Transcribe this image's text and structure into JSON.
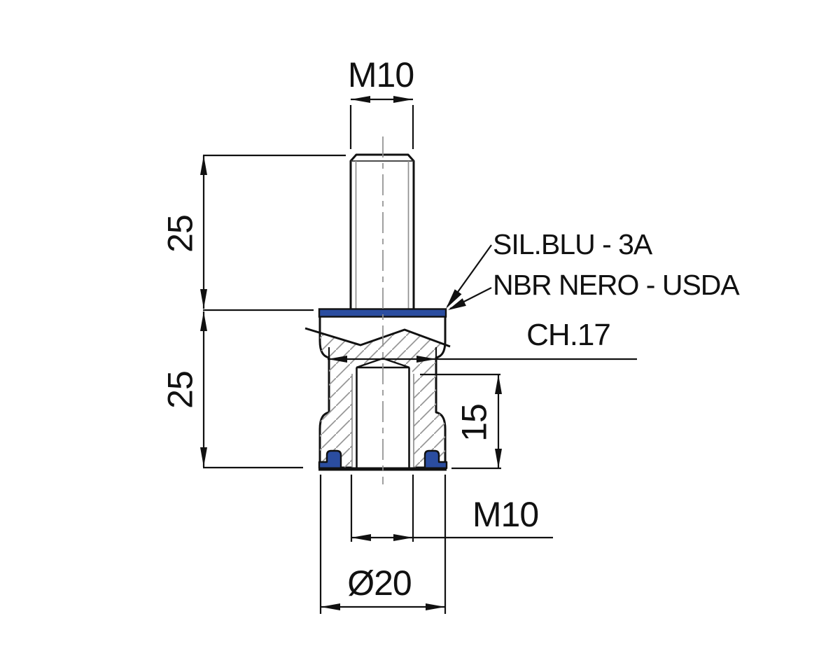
{
  "drawing": {
    "type": "technical-drawing",
    "subject": "threaded leveling foot cross-section",
    "dims": {
      "thread_top": "M10",
      "stud_length": "25",
      "body_height": "25",
      "wrench_size": "CH.17",
      "thread_depth": "15",
      "thread_bottom": "M10",
      "base_diameter": "Ø20"
    },
    "labels": {
      "seal_option_1": "SIL.BLU - 3A",
      "seal_option_2": "NBR NERO - USDA"
    },
    "colors": {
      "seal_blue": "#2b4da0",
      "outline": "#111111",
      "hatch_gray": "#979797",
      "centerline_gray": "#8f8f8f"
    }
  }
}
